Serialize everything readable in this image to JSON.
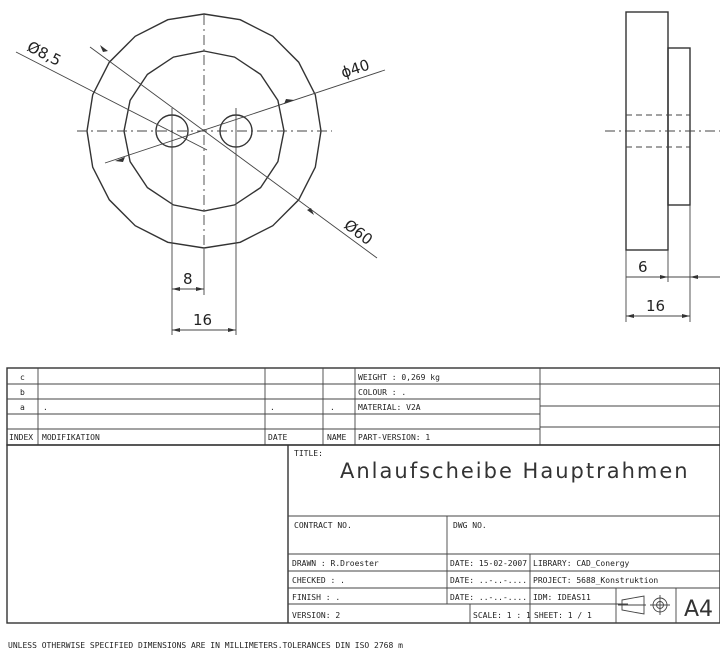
{
  "drawing": {
    "dims": {
      "hole_dia": "Ø8,5",
      "inner_dia": "ϕ40",
      "outer_dia": "Ø60",
      "offset": "8",
      "spacing": "16",
      "hub": "6",
      "thickness": "16"
    }
  },
  "revisions": {
    "rows": [
      {
        "index": "c",
        "mod": "",
        "date": "",
        "name": ""
      },
      {
        "index": "b",
        "mod": "",
        "date": "",
        "name": ""
      },
      {
        "index": "a",
        "mod": ".",
        "date": ".",
        "name": "."
      }
    ],
    "header": {
      "index": "INDEX",
      "mod": "MODIFIKATION",
      "date": "DATE",
      "name": "NAME"
    },
    "props": [
      "WEIGHT  : 0,269 kg",
      "COLOUR  : .",
      "MATERIAL: V2A",
      "PART-VERSION: 1"
    ]
  },
  "title_block": {
    "title_label": "TITLE:",
    "title": "Anlaufscheibe Hauptrahmen",
    "contract_label": "CONTRACT NO.",
    "dwg_label": "DWG NO.",
    "drawn": "DRAWN   : R.Droester",
    "drawn_date": "DATE: 15-02-2007",
    "checked": "CHECKED : .",
    "checked_date": "DATE: ..-..-....",
    "finish": "FINISH  : .",
    "finish_date": "DATE: ..-..-....",
    "version": "VERSION:  2",
    "library": "LIBRARY: CAD_Conergy",
    "project": "PROJECT: 5688_Konstruktion",
    "idm": "IDM:  IDEAS11",
    "scale": "SCALE: 1 : 1",
    "sheet": "SHEET: 1 / 1",
    "format": "A4"
  },
  "footer": "UNLESS OTHERWISE SPECIFIED DIMENSIONS ARE IN MILLIMETERS.TOLERANCES DIN ISO 2768 m"
}
